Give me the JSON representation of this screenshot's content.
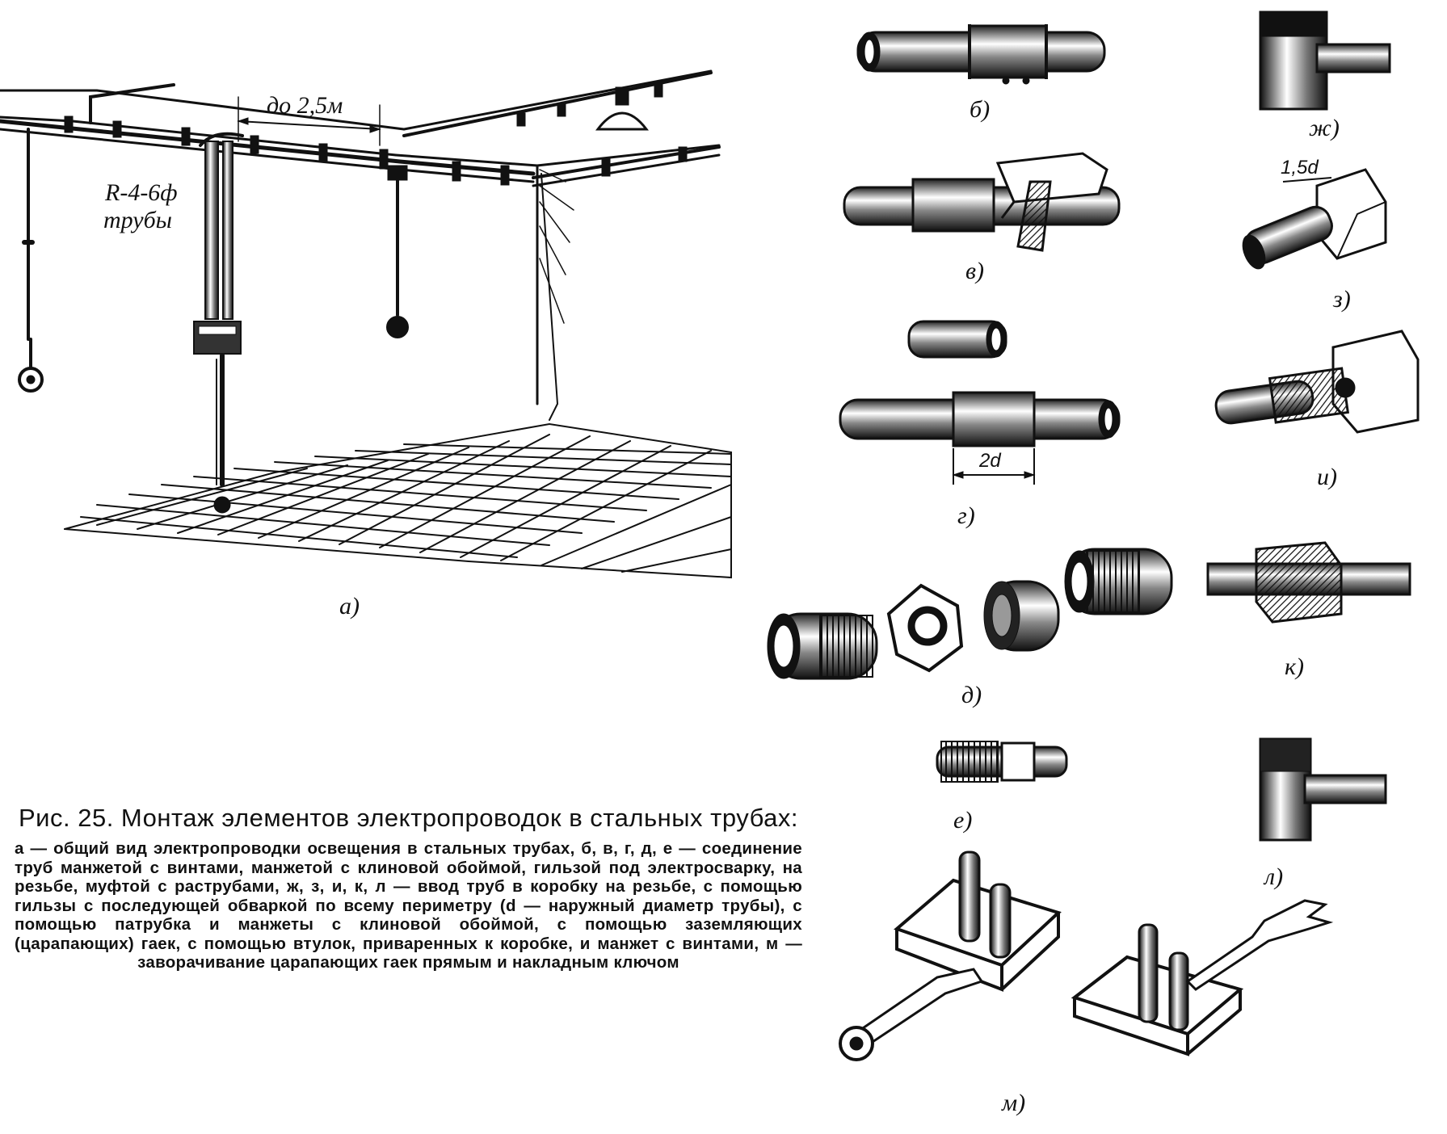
{
  "labels": {
    "a": "а)",
    "b": "б)",
    "v": "в)",
    "g": "г)",
    "d": "д)",
    "e": "е)",
    "zh": "ж)",
    "z": "з)",
    "i": "и)",
    "k": "к)",
    "l": "л)",
    "m": "м)"
  },
  "annotations": {
    "spacing": "до 2,5м",
    "radius_line1": "R-4-6ф",
    "radius_line2": "трубы",
    "sleeve_length": "2d",
    "weld_width": "1,5d"
  },
  "caption": {
    "title": "Рис. 25. Монтаж элементов электропроводок в стальных трубах:",
    "body": "а — общий вид электропроводки освещения в стальных трубах, б, в, г, д, е — соединение труб манжетой с винтами, манжетой с клиновой обоймой, гильзой под электросварку, на резьбе, муфтой с раструбами, ж, з, и, к, л — ввод труб в коробку на резьбе, с помощью гильзы с последующей обваркой по всему периметру (d — наружный диаметр трубы), с помощью патрубка и манжеты с клиновой обоймой, с помощью заземляющих (царапающих) гаек, с помощью втулок, приваренных к коробке, и манжет с винтами, м — заворачивание царапающих гаек прямым и накладным ключом"
  }
}
